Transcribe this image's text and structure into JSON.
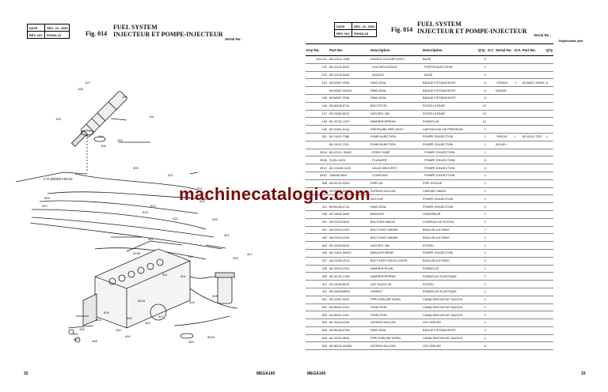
{
  "left": {
    "header": {
      "date_label": "DATE",
      "date_value": "DEC. 22. 2003",
      "rev_label": "REV. NO.",
      "rev_value": "EX003-15"
    },
    "fig_no": "Fig. 014",
    "title_en": "FUEL SYSTEM",
    "title_fr": "INJECTEUR ET POMPE-INJECTEUR",
    "serial_label": "Serial No :",
    "page_number": "32",
    "model": "MEGA160",
    "diagram_label": "CYLINDER HEAD",
    "callouts": [
      "107",
      "108",
      "102",
      "101",
      "105",
      "104",
      "103",
      "106",
      "509",
      "512",
      "511",
      "509",
      "510",
      "514",
      "515",
      "516",
      "513",
      "410",
      "405",
      "401",
      "311",
      "404",
      "301",
      "310",
      "402",
      "403",
      "301B",
      "301A",
      "301D",
      "301C",
      "408",
      "410",
      "406",
      "411",
      "502",
      "505",
      "504",
      "503",
      "501",
      "407",
      "309",
      "308",
      "409",
      "406",
      "416",
      "407",
      "507",
      "300",
      "501A"
    ]
  },
  "right": {
    "header": {
      "date_label": "DATE",
      "date_value": "DEC. 22. 2003",
      "rev_label": "REV. NO.",
      "rev_value": "EX003-15"
    },
    "fig_no": "Fig. 014",
    "title_en": "FUEL SYSTEM",
    "title_fr": "INJECTEUR ET POMPE-INJECTEUR",
    "serial_label": "Serial No ;",
    "alt_label": "Replaceable part",
    "page_number": "33",
    "model": "MEGA160",
    "columns": {
      "key": "Key No.",
      "part": "Part No.",
      "desc": "Description",
      "desc2": "Description",
      "qty": "Q'ty",
      "sc": "S.C",
      "serial": "Serial No.",
      "ica": "ICA",
      "alt_part": "Part No.",
      "alt_qty": "Q'ty"
    },
    "rows": [
      [
        "014-101",
        "65.10101-7295",
        "NOZZLE HOLDER ASS'Y",
        "BUSE",
        "6",
        "",
        "",
        "",
        "",
        ""
      ],
      [
        "102",
        "65.10101-6021",
        ". HOLDER,NOZZLE",
        ". PORTE-INJECTEUR",
        "1",
        "",
        "",
        "",
        "",
        ""
      ],
      [
        "103",
        "65.10102-6044",
        ". NOZZLE",
        ". BUSE",
        "1",
        "",
        "",
        "",
        "",
        ""
      ],
      [
        "104",
        "65.96507-0004",
        "RING;SEAL",
        "BAGUE D'ETANCHEITE",
        "6",
        "",
        "~020624",
        "Y",
        "65.96507-0004A",
        "6"
      ],
      [
        "",
        "65.96507-0004A",
        "RING;SEAL",
        "BAGUE D'ETANCHEITE",
        "6",
        "",
        "020625~",
        "",
        "",
        ""
      ],
      [
        "105",
        "65.96507-0046",
        "RING;SEAL",
        "BAGUE D'ETANCHEITE",
        "6",
        "",
        "",
        "",
        "",
        ""
      ],
      [
        "106",
        "06.08125-8711",
        "BOLT;STUD",
        "ECROU 6 PANS",
        "12",
        "",
        "",
        "",
        "",
        ""
      ],
      [
        "107",
        "06.11063-6214",
        "NUT;HEX. M8",
        "ECROU 6 PANS",
        "12",
        "",
        "",
        "",
        "",
        ""
      ],
      [
        "108",
        "65.16731-2107",
        "WASHER;SPRING",
        "RONDELLE",
        "12",
        "",
        "",
        "",
        "",
        ""
      ],
      [
        "109",
        "65.10301-6144",
        "PRESSURE PIPE ASS'Y",
        "CARTOUCHE DE PRESSION",
        "1",
        "",
        "",
        "",
        "",
        ""
      ],
      [
        "301",
        "65.11101-7286",
        "PUMP;INJECTION",
        "POMPE D'INJECTION",
        "1",
        "",
        "~991119",
        "I",
        "65.11101-7321",
        "1"
      ],
      [
        "",
        "65.11101-7321",
        "PUMP;INJECTION",
        "POMPE D'INJECTION",
        "1",
        "",
        "991120~",
        "",
        "",
        ""
      ],
      [
        "301A",
        "65.12101-7604G",
        ". FEED PUMP",
        ". POMPE D'INJECTION",
        "1",
        "",
        "",
        "",
        "",
        ""
      ],
      [
        "301B",
        "31151-3225",
        ". PLUNGER",
        ". POMPE D'INJECTION",
        "6",
        "",
        "",
        "",
        "",
        ""
      ],
      [
        "301C",
        "65.131160-1120",
        ". VALVE;DELIVERY",
        ". POMPE D'INJECTION",
        "6",
        "",
        "",
        "",
        "",
        ""
      ],
      [
        "301D",
        "156636-9820",
        ". COUPLING",
        ". POMPE D'INJECTION",
        "1",
        "",
        "",
        "",
        "",
        ""
      ],
      [
        "308",
        "65.05701-5200",
        "PIPE;OIL",
        "PIPE D'HUILE",
        "1",
        "",
        "",
        "",
        "",
        ""
      ],
      [
        "309",
        "65.05601-0006",
        "SCREW;HOLLOW",
        "CREUSE UNION",
        "1",
        "",
        "",
        "",
        "",
        ""
      ],
      [
        "310",
        "06.12172-8514",
        "NUT;CAP",
        "POMPE D'INJECTION",
        "1",
        "",
        "",
        "",
        "",
        ""
      ],
      [
        "311",
        "65.96180-0714",
        "RING;SEAL",
        "POMPE D'INJECTION",
        "2",
        "",
        "",
        "",
        "",
        ""
      ],
      [
        "330",
        "65.11605-5053",
        "BRACKET",
        "GRAISSEUR",
        "1",
        "",
        "",
        "",
        "",
        ""
      ],
      [
        "331",
        "06.01023-2814",
        "BOLT;HEX M8X22",
        "CHAPEAU DE ECROU",
        "2",
        "",
        "",
        "",
        "",
        ""
      ],
      [
        "401",
        "06.01913-3122",
        "BOLT ASS'Y M8X55",
        "BOULON A 6 PANS",
        "7",
        "",
        "",
        "",
        "",
        ""
      ],
      [
        "402",
        "06.01913-3124",
        "BOLT ASS'Y M8X65",
        "BOULON A 6 PANS",
        "1",
        "",
        "",
        "",
        "",
        ""
      ],
      [
        "403",
        "06.11063-6214",
        "NUT;HEX. M8",
        "ECROU",
        "1",
        "",
        "",
        "",
        "",
        ""
      ],
      [
        "405",
        "65.11401-5002C",
        "BRACKET;REAR",
        "POMPE D'INJECTION",
        "1",
        "",
        "",
        "",
        "",
        ""
      ],
      [
        "407",
        "06.01053-3213",
        "BOLT ASS'Y M10X1.25X25",
        "BOULON A 6 PANS",
        "2",
        "",
        "",
        "",
        "",
        ""
      ],
      [
        "408",
        "06.15010-2312",
        "WASHER;PLAIN",
        "RONDELLE",
        "1",
        "",
        "",
        "",
        "",
        ""
      ],
      [
        "409",
        "65.16731-2106",
        "WASHER;SPRING",
        "RONDELLE ELASTIQUE",
        "1",
        "",
        "",
        "",
        "",
        ""
      ],
      [
        "410",
        "06.11093-8215",
        "NUT M10X1.25",
        "ECROU",
        "1",
        "",
        "",
        "",
        "",
        ""
      ],
      [
        "411",
        "65.11402A5001",
        "GASKET",
        "RONDELLE ELASTIQUE",
        "1",
        "",
        "",
        "",
        "",
        ""
      ],
      [
        "501",
        "65.12301-5022",
        "PIPE;FUEL(RETURN)",
        "CANALISATION DE GAZOLE",
        "1",
        "",
        "",
        "",
        "",
        ""
      ],
      [
        "502",
        "65.96341-0112",
        "HOSE;FUEL",
        "CANALISATION DE GAZOLE",
        "1",
        "",
        "",
        "",
        "",
        ""
      ],
      [
        "503",
        "65.96341-0111",
        "HOSE;FUEL",
        "CANALISATION DE GAZOLE",
        "1",
        "",
        "",
        "",
        "",
        ""
      ],
      [
        "504",
        "65.78144-2204",
        "SCREW;HOLLOW",
        "VIS CREUSE",
        "2",
        "",
        "",
        "",
        "",
        ""
      ],
      [
        "505",
        "65.96160-0706",
        "RING;SEAL",
        "BAGUE D'ETANCHEITE",
        "4",
        "",
        "",
        "",
        "",
        ""
      ],
      [
        "506",
        "65.12301-5624",
        "PIPE;FUEL(RETURN)",
        "CANALISATION DE GAZOLE",
        "1",
        "",
        "",
        "",
        "",
        ""
      ],
      [
        "509",
        "65.98100-0016B",
        "SCREW;HOLLOW",
        "VIS CREUSE",
        "6",
        "",
        "",
        "",
        "",
        ""
      ]
    ]
  },
  "watermark": "machinecatalogic.com",
  "colors": {
    "watermark": "#7a0a0a",
    "ink": "#111111"
  }
}
